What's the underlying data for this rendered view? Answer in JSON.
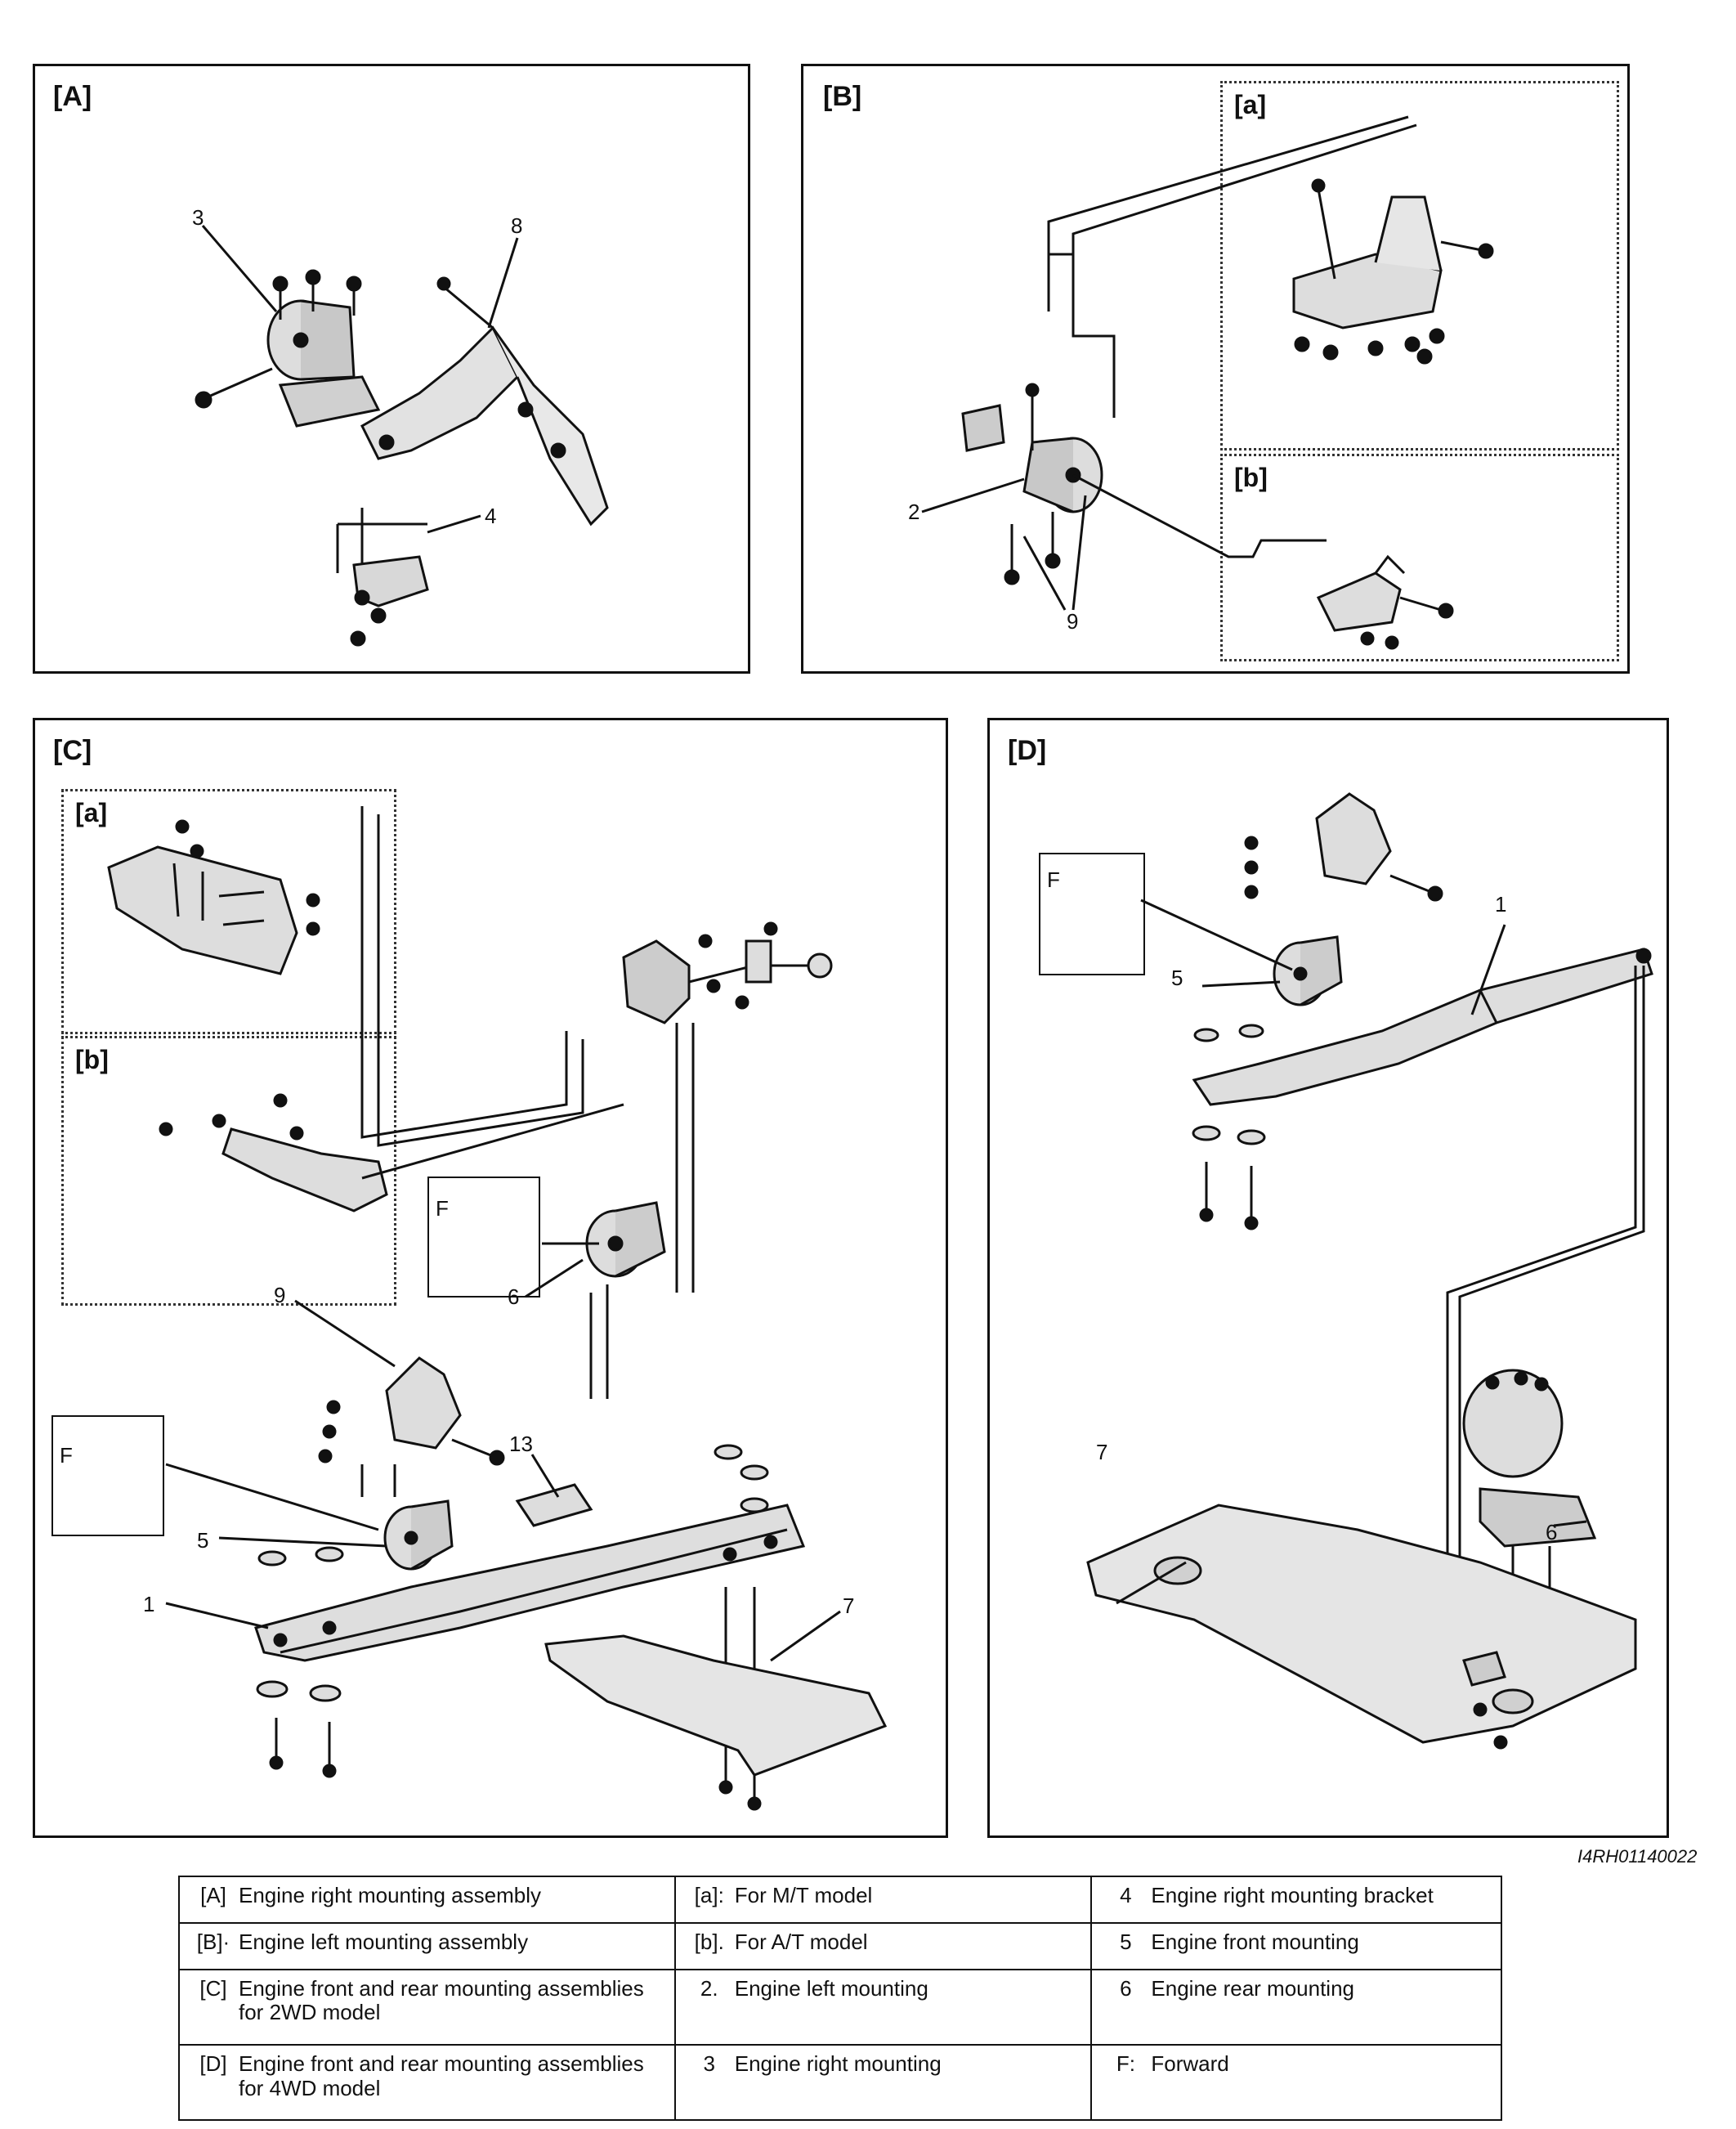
{
  "panels": {
    "A": {
      "label": "[A]",
      "callouts": {
        "c3": "3",
        "c8": "8",
        "c4": "4"
      }
    },
    "B": {
      "label": "[B]",
      "sub_a": "[a]",
      "sub_b": "[b]",
      "callouts": {
        "c2": "2",
        "c9": "9"
      }
    },
    "C": {
      "label": "[C]",
      "sub_a": "[a]",
      "sub_b": "[b]",
      "forward": "F",
      "callouts": {
        "c9": "9",
        "c6": "6",
        "c13": "13",
        "c5": "5",
        "c1": "1",
        "c7": "7"
      }
    },
    "D": {
      "label": "[D]",
      "forward": "F",
      "callouts": {
        "c1": "1",
        "c5": "5",
        "c7": "7",
        "c6": "6"
      }
    }
  },
  "image_code": "I4RH01140022",
  "legend": [
    [
      {
        "k": "[A]",
        "v": "Engine right mounting assembly"
      },
      {
        "k": "[a]:",
        "v": "For M/T model"
      },
      {
        "k": "4",
        "v": "Engine right mounting bracket"
      }
    ],
    [
      {
        "k": "[B]·",
        "v": "Engine left mounting assembly"
      },
      {
        "k": "[b].",
        "v": "For A/T model"
      },
      {
        "k": "5",
        "v": "Engine front mounting"
      }
    ],
    [
      {
        "k": "[C]",
        "v": "Engine front and rear mounting assemblies for 2WD model"
      },
      {
        "k": "2.",
        "v": "Engine left mounting"
      },
      {
        "k": "6",
        "v": "Engine rear mounting"
      }
    ],
    [
      {
        "k": "[D]",
        "v": "Engine front and rear mounting assemblies for 4WD model"
      },
      {
        "k": "3",
        "v": "Engine right mounting"
      },
      {
        "k": "F:",
        "v": "Forward"
      }
    ]
  ]
}
